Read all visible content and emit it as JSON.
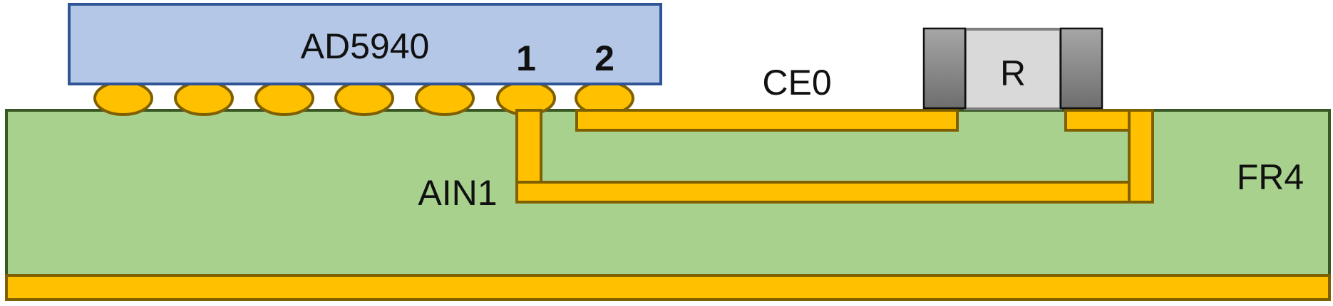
{
  "labels": {
    "chip": "AD5940",
    "pin1": "1",
    "pin2": "2",
    "ce0": "CE0",
    "resistor": "R",
    "ain1": "AIN1",
    "substrate": "FR4"
  },
  "colors": {
    "chip_fill": "#b4c7e7",
    "chip_stroke": "#2f5597",
    "copper_fill": "#ffc000",
    "copper_stroke": "#7f6000",
    "fr4_fill": "#a9d18e",
    "fr4_stroke": "#385723",
    "resistor_body": "#d9d9d9",
    "resistor_cap_light": "#a6a6a6",
    "resistor_cap_dark": "#767676"
  }
}
